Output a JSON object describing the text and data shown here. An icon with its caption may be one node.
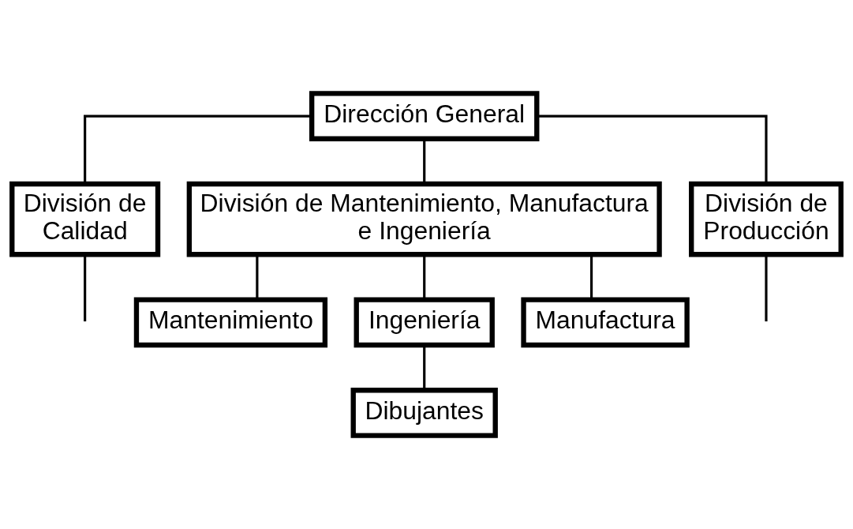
{
  "diagram": {
    "nodes": [
      {
        "text": [
          "Dirección General"
        ]
      },
      {
        "text": [
          "División de Calidad"
        ]
      },
      {
        "text": [
          "División de Mantenimiento, Manufactura e Ingeniería"
        ]
      },
      {
        "text": [
          "División de Producción"
        ]
      },
      {
        "text": [
          "Mantenimiento"
        ]
      },
      {
        "text": [
          "Ingeniería"
        ]
      },
      {
        "text": [
          "Manufactura"
        ]
      },
      {
        "text": [
          "Dibujantes"
        ]
      }
    ],
    "edges": [
      {
        "from": 0,
        "to": 1,
        "arrow": "none"
      },
      {
        "from": 0,
        "to": 2,
        "arrow": "none"
      },
      {
        "from": 0,
        "to": 3,
        "arrow": "none"
      },
      {
        "from": 1,
        "to": null,
        "arrow": "none"
      },
      {
        "from": 2,
        "to": 4,
        "arrow": "none"
      },
      {
        "from": 2,
        "to": 5,
        "arrow": "none"
      },
      {
        "from": 2,
        "to": 6,
        "arrow": "none"
      },
      {
        "from": 3,
        "to": null,
        "arrow": "none"
      },
      {
        "from": 5,
        "to": 7,
        "arrow": "none"
      }
    ]
  }
}
